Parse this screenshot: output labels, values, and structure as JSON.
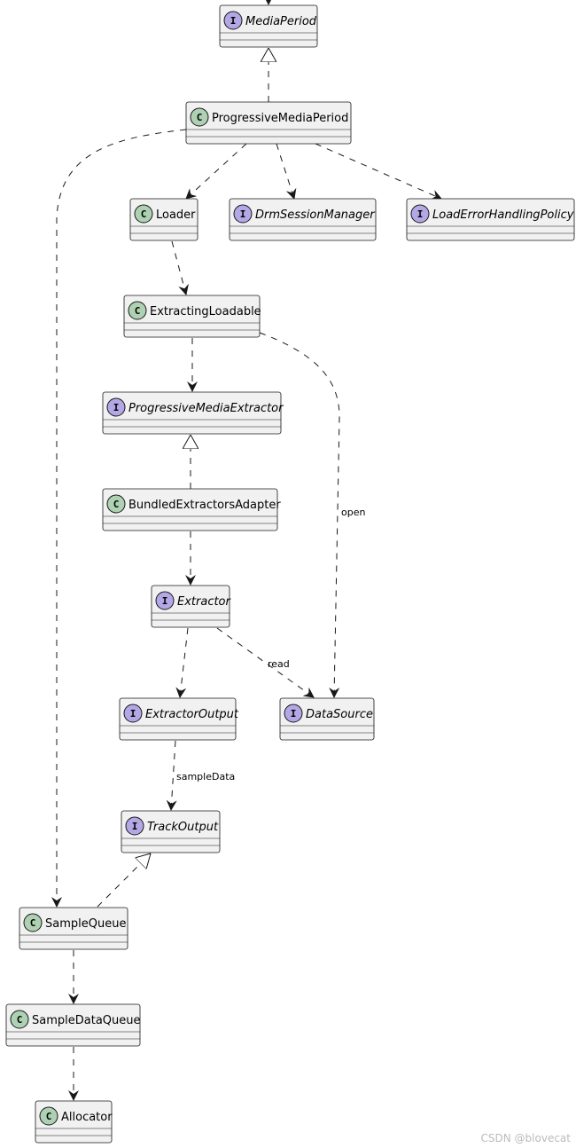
{
  "diagram": {
    "nodes": [
      {
        "id": "MediaPeriod",
        "label": "MediaPeriod",
        "kind": "interface"
      },
      {
        "id": "ProgressiveMediaPeriod",
        "label": "ProgressiveMediaPeriod",
        "kind": "class"
      },
      {
        "id": "Loader",
        "label": "Loader",
        "kind": "class"
      },
      {
        "id": "DrmSessionManager",
        "label": "DrmSessionManager",
        "kind": "interface"
      },
      {
        "id": "LoadErrorHandlingPolicy",
        "label": "LoadErrorHandlingPolicy",
        "kind": "interface"
      },
      {
        "id": "ExtractingLoadable",
        "label": "ExtractingLoadable",
        "kind": "class"
      },
      {
        "id": "ProgressiveMediaExtractor",
        "label": "ProgressiveMediaExtractor",
        "kind": "interface"
      },
      {
        "id": "BundledExtractorsAdapter",
        "label": "BundledExtractorsAdapter",
        "kind": "class"
      },
      {
        "id": "Extractor",
        "label": "Extractor",
        "kind": "interface"
      },
      {
        "id": "ExtractorOutput",
        "label": "ExtractorOutput",
        "kind": "interface"
      },
      {
        "id": "DataSource",
        "label": "DataSource",
        "kind": "interface"
      },
      {
        "id": "TrackOutput",
        "label": "TrackOutput",
        "kind": "interface"
      },
      {
        "id": "SampleQueue",
        "label": "SampleQueue",
        "kind": "class"
      },
      {
        "id": "SampleDataQueue",
        "label": "SampleDataQueue",
        "kind": "class"
      },
      {
        "id": "Allocator",
        "label": "Allocator",
        "kind": "class"
      }
    ],
    "edges": [
      {
        "from": "ProgressiveMediaPeriod",
        "to": "MediaPeriod",
        "type": "realization",
        "label": ""
      },
      {
        "from": "ProgressiveMediaPeriod",
        "to": "Loader",
        "type": "dependency",
        "label": ""
      },
      {
        "from": "ProgressiveMediaPeriod",
        "to": "DrmSessionManager",
        "type": "dependency",
        "label": ""
      },
      {
        "from": "ProgressiveMediaPeriod",
        "to": "LoadErrorHandlingPolicy",
        "type": "dependency",
        "label": ""
      },
      {
        "from": "ProgressiveMediaPeriod",
        "to": "SampleQueue",
        "type": "dependency",
        "label": ""
      },
      {
        "from": "Loader",
        "to": "ExtractingLoadable",
        "type": "dependency",
        "label": ""
      },
      {
        "from": "ExtractingLoadable",
        "to": "ProgressiveMediaExtractor",
        "type": "dependency",
        "label": ""
      },
      {
        "from": "ExtractingLoadable",
        "to": "DataSource",
        "type": "dependency",
        "label": "open"
      },
      {
        "from": "BundledExtractorsAdapter",
        "to": "ProgressiveMediaExtractor",
        "type": "realization",
        "label": ""
      },
      {
        "from": "BundledExtractorsAdapter",
        "to": "Extractor",
        "type": "dependency",
        "label": ""
      },
      {
        "from": "Extractor",
        "to": "ExtractorOutput",
        "type": "dependency",
        "label": ""
      },
      {
        "from": "Extractor",
        "to": "DataSource",
        "type": "dependency",
        "label": "read"
      },
      {
        "from": "ExtractorOutput",
        "to": "TrackOutput",
        "type": "dependency",
        "label": "sampleData"
      },
      {
        "from": "SampleQueue",
        "to": "TrackOutput",
        "type": "realization",
        "label": ""
      },
      {
        "from": "SampleQueue",
        "to": "SampleDataQueue",
        "type": "dependency",
        "label": ""
      },
      {
        "from": "SampleDataQueue",
        "to": "Allocator",
        "type": "dependency",
        "label": ""
      }
    ],
    "stereotype_letters": {
      "class": "C",
      "interface": "I"
    },
    "colors": {
      "node_fill": "#f1f1f1",
      "node_stroke": "#181818",
      "class_circle": "#add1b2",
      "interface_circle": "#b4a7e5",
      "edge": "#181818"
    }
  },
  "watermark": "CSDN @blovecat"
}
